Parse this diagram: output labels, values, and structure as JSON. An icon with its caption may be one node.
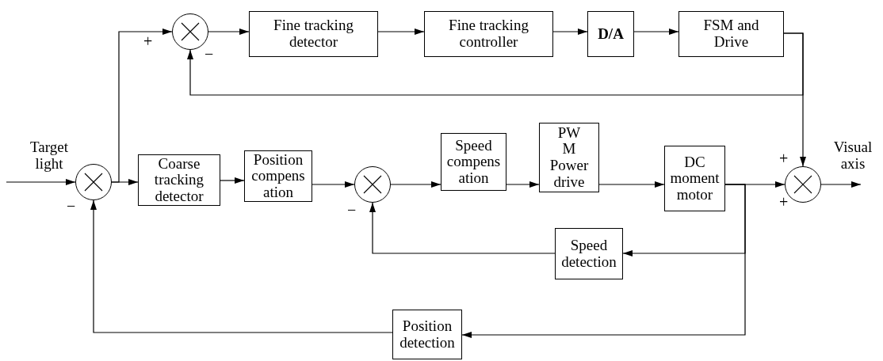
{
  "diagram": {
    "nodes": [
      {
        "text": [],
        "shape": "circle"
      },
      {
        "text": [
          "Coarse tracking detector"
        ]
      },
      {
        "text": [
          "Position compens ation"
        ]
      },
      {
        "text": [],
        "shape": "circle"
      },
      {
        "text": [
          "Speed compens ation"
        ]
      },
      {
        "text": [
          "PW M Power drive"
        ]
      },
      {
        "text": [
          "DC moment motor"
        ]
      },
      {
        "text": [],
        "shape": "circle"
      },
      {
        "text": [
          "Speed detection"
        ]
      },
      {
        "text": [
          "Position detection"
        ]
      },
      {
        "text": [],
        "shape": "circle"
      },
      {
        "text": [
          "Fine tracking detector"
        ]
      },
      {
        "text": [
          "Fine tracking controller"
        ]
      },
      {
        "text": [
          "D/A"
        ]
      },
      {
        "text": [
          "FSM and Drive"
        ]
      }
    ],
    "edges": [
      {
        "from": null,
        "to": 0,
        "arrow": "to",
        "label": "Target light"
      },
      {
        "from": 0,
        "to": 1,
        "arrow": "to"
      },
      {
        "from": 0,
        "to": 10,
        "arrow": "to"
      },
      {
        "from": 1,
        "to": 2,
        "arrow": "to"
      },
      {
        "from": 2,
        "to": 3,
        "arrow": "to"
      },
      {
        "from": 3,
        "to": 4,
        "arrow": "to"
      },
      {
        "from": 4,
        "to": 5,
        "arrow": "to"
      },
      {
        "from": 5,
        "to": 6,
        "arrow": "to"
      },
      {
        "from": 6,
        "to": 7,
        "arrow": "to"
      },
      {
        "from": 7,
        "to": null,
        "arrow": "to",
        "label": "Visual axis"
      },
      {
        "from": 6,
        "to": 8,
        "arrow": "to"
      },
      {
        "from": 8,
        "to": 3,
        "arrow": "to"
      },
      {
        "from": 6,
        "to": 9,
        "arrow": "to"
      },
      {
        "from": 9,
        "to": 0,
        "arrow": "to"
      },
      {
        "from": 14,
        "to": 7,
        "arrow": "to"
      },
      {
        "from": 14,
        "to": 10,
        "arrow": "to"
      },
      {
        "from": 10,
        "to": 11,
        "arrow": "to"
      },
      {
        "from": 11,
        "to": 12,
        "arrow": "to"
      },
      {
        "from": 12,
        "to": 13,
        "arrow": "to"
      },
      {
        "from": 13,
        "to": 14,
        "arrow": "to"
      }
    ],
    "labels": [
      "+",
      "−",
      "−",
      "−",
      "+",
      "+"
    ]
  }
}
